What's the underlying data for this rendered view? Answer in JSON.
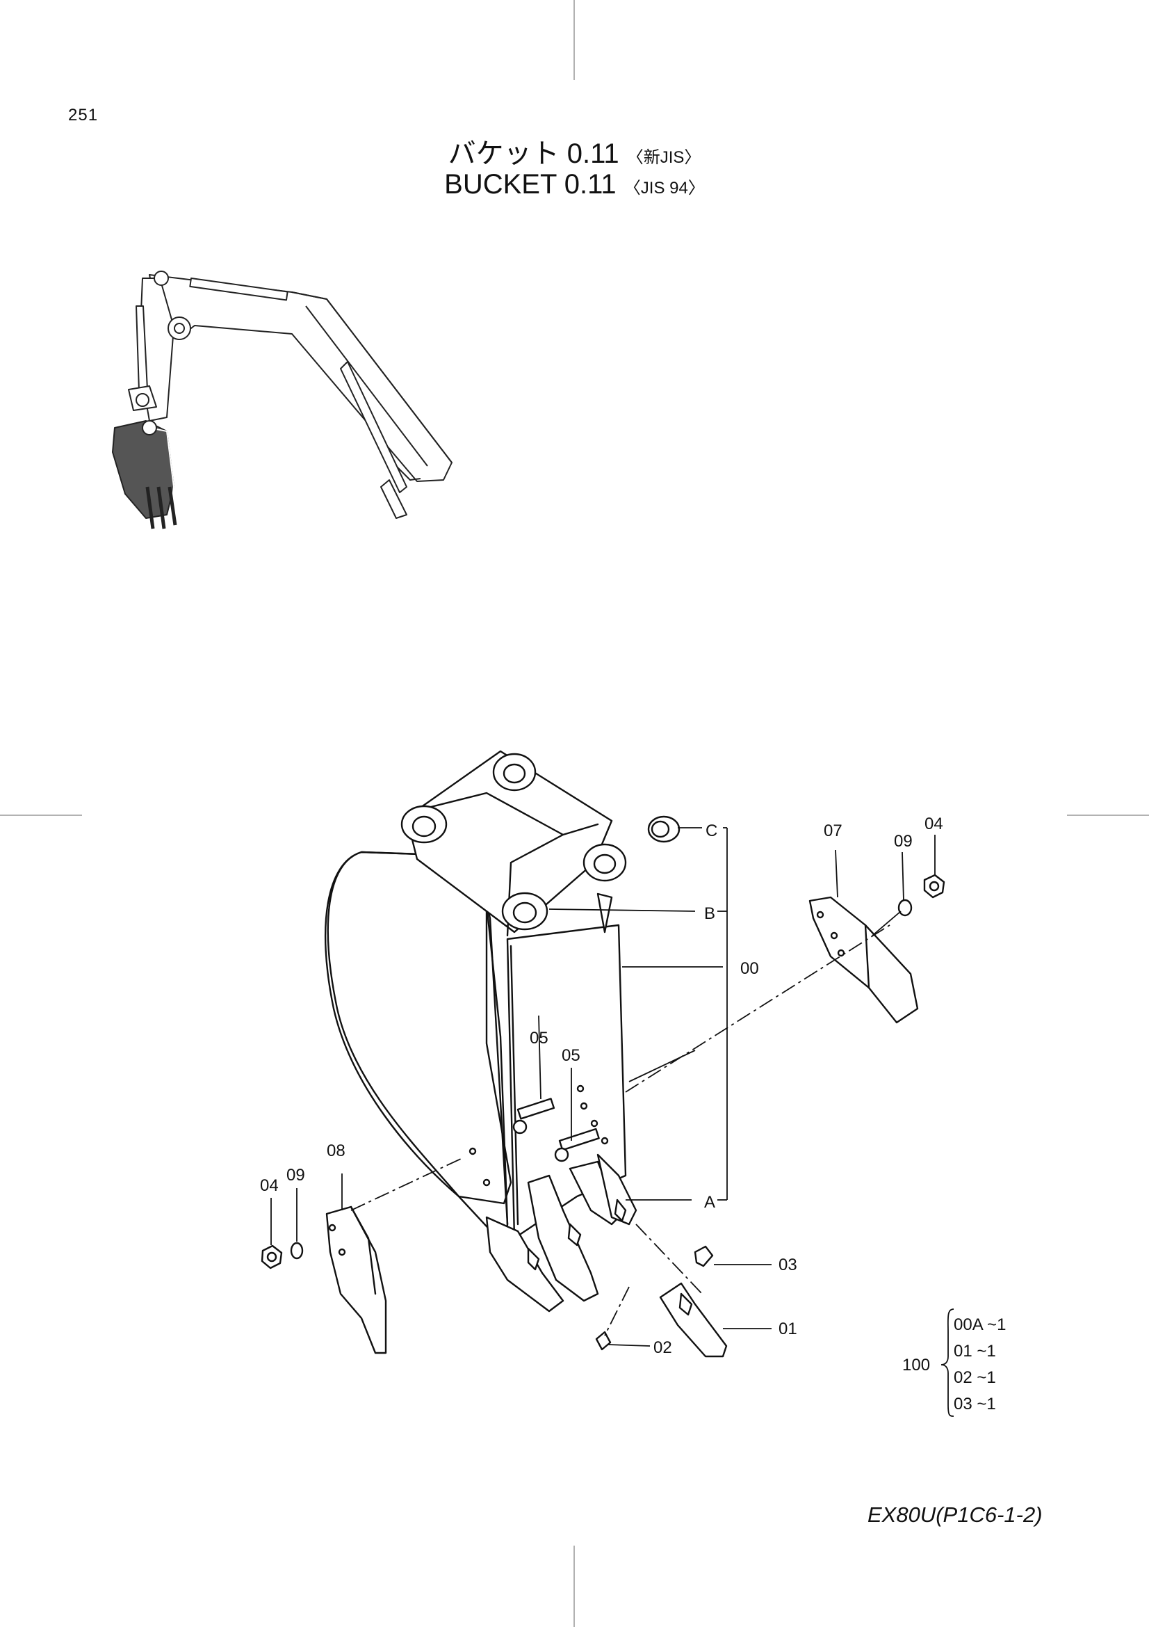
{
  "page": {
    "number": "251",
    "title_jp_main": "バケット 0.11",
    "title_jp_sub": "〈新JIS〉",
    "title_en_main": "BUCKET  0.11",
    "title_en_sub": "〈JIS 94〉",
    "footer_code": "EX80U(P1C6-1-2)"
  },
  "callouts": {
    "C": "C",
    "B": "B",
    "A": "A",
    "p00": "00",
    "p01": "01",
    "p02": "02",
    "p03": "03",
    "p04_right": "04",
    "p04_left": "04",
    "p05_a": "05",
    "p05_b": "05",
    "p07": "07",
    "p08": "08",
    "p09_right": "09",
    "p09_left": "09"
  },
  "kit": {
    "number": "100",
    "items": [
      "00A ~1",
      "01  ~1",
      "02  ~1",
      "03  ~1"
    ]
  }
}
